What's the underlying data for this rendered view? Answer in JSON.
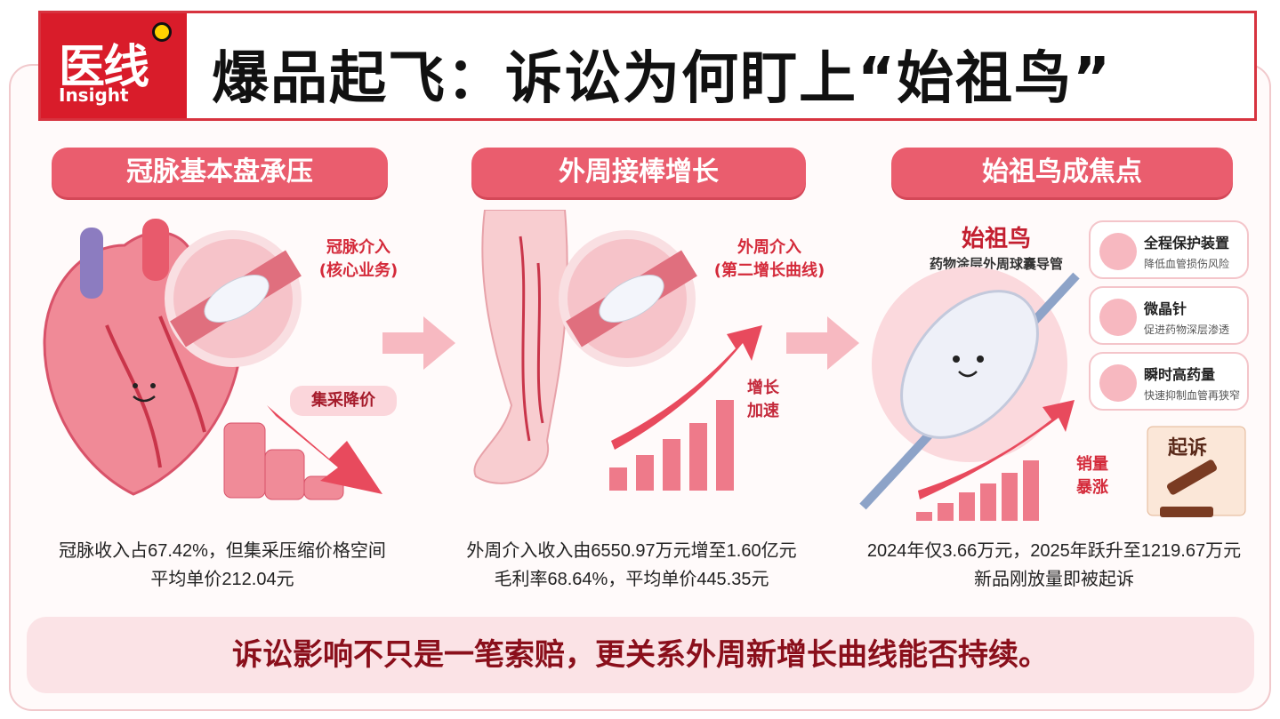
{
  "header": {
    "logo_cn": "医线",
    "logo_en": "Insight",
    "title": "爆品起飞：诉讼为何盯上“始祖鸟”"
  },
  "panels": [
    {
      "heading": "冠脉基本盘承压",
      "callout": "冠脉介入",
      "callout_sub": "(核心业务)",
      "tag": "集采降价",
      "caption_line1": "冠脉收入占67.42%，但集采压缩价格空间",
      "caption_line2": "平均单价212.04元"
    },
    {
      "heading": "外周接棒增长",
      "callout": "外周介入",
      "callout_sub": "(第二增长曲线)",
      "tag": "增长\n加速",
      "caption_line1": "外周介入收入由6550.97万元增至1.60亿元",
      "caption_line2": "毛利率68.64%，平均单价445.35元"
    },
    {
      "heading": "始祖鸟成焦点",
      "product_name": "始祖鸟",
      "product_desc": "药物涂层外周球囊导管",
      "tag": "销量\n暴涨",
      "lawsuit_label": "起诉",
      "caption_line1": "2024年仅3.66万元，2025年跃升至1219.67万元",
      "caption_line2": "新品刚放量即被起诉",
      "features": [
        {
          "title": "全程保护装置",
          "sub": "降低血管损伤风险",
          "icon": "shield-icon"
        },
        {
          "title": "微晶针",
          "sub": "促进药物深层渗透",
          "icon": "crystal-icon"
        },
        {
          "title": "瞬时高药量",
          "sub": "快速抑制血管再狭窄",
          "icon": "drug-dots-icon"
        }
      ]
    }
  ],
  "footer": {
    "conclusion": "诉讼影响不只是一笔索赔，更关系外周新增长曲线能否持续。"
  },
  "colors": {
    "accent": "#ea5d6e",
    "brand_red": "#d91c2a",
    "conclusion_text": "#8a0f1b",
    "conclusion_bg": "#fbe3e6"
  }
}
